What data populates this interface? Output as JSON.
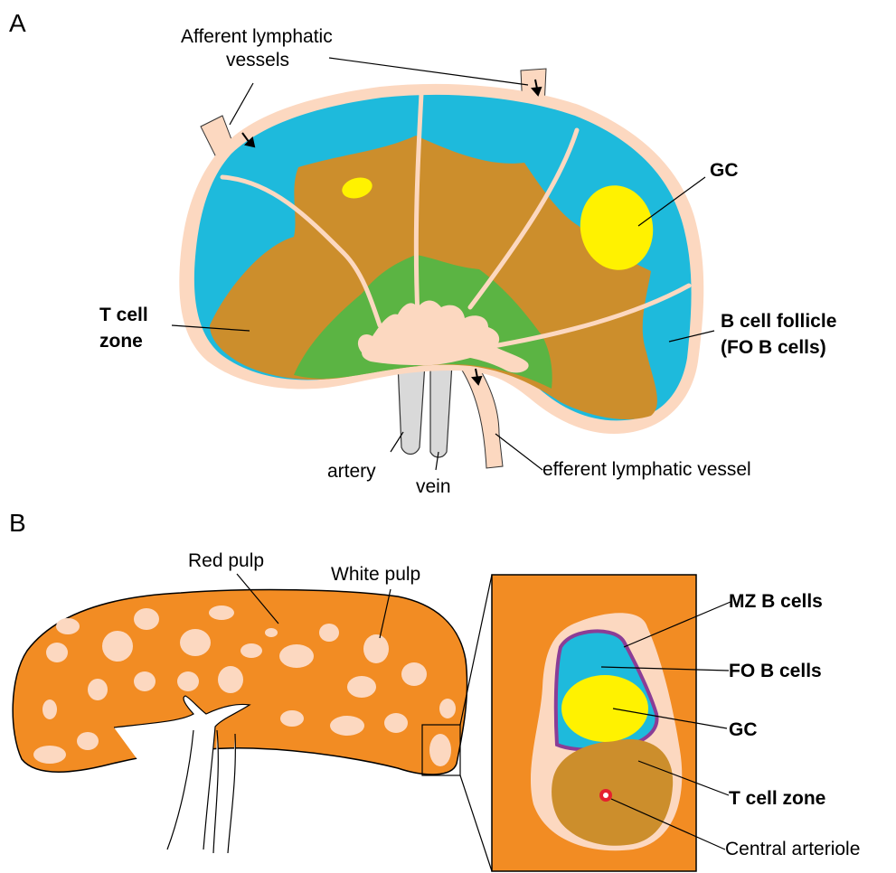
{
  "panel_a": {
    "letter": "A",
    "afferent_line1": "Afferent lymphatic",
    "afferent_line2": "vessels",
    "gc": "GC",
    "t_zone_line1": "T cell",
    "t_zone_line2": "zone",
    "b_follicle_line1": "B cell follicle",
    "b_follicle_line2": "(FO B cells)",
    "artery": "artery",
    "vein": "vein",
    "efferent": "efferent lymphatic vessel"
  },
  "panel_b": {
    "letter": "B",
    "red_pulp": "Red pulp",
    "white_pulp": "White pulp",
    "mz": "MZ B cells",
    "fo": "FO B cells",
    "gc": "GC",
    "t_zone": "T cell zone",
    "central_arteriole": "Central arteriole"
  },
  "colors": {
    "capsule": "#fcd8c0",
    "follicle_blue": "#1ebadc",
    "t_zone_brown": "#cc8e2c",
    "medulla_green": "#5bb443",
    "gc_yellow": "#fff200",
    "red_pulp_orange": "#f28c23",
    "mz_purple": "#8b3d96",
    "arteriole_red": "#e5202e",
    "vessel_gray": "#d9d9d9"
  }
}
